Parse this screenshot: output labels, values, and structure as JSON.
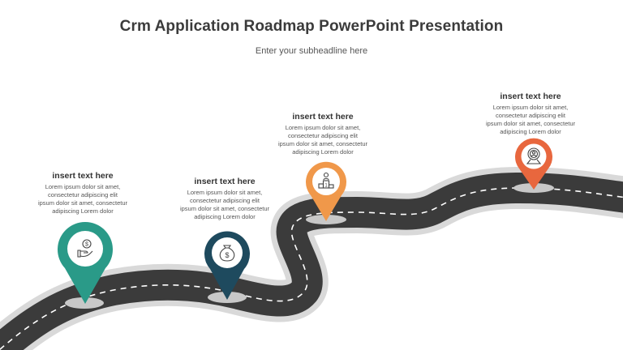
{
  "slide": {
    "title": "Crm Application Roadmap PowerPoint Presentation",
    "subtitle": "Enter your subheadline here"
  },
  "colors": {
    "road": "#3b3b3b",
    "road_edge": "#d9d9d9",
    "lane_marking": "#ffffff",
    "pin_shadow": "#c8c8c8"
  },
  "milestones": [
    {
      "heading": "insert text here",
      "body_lines": [
        "Lorem ipsum dolor sit amet,",
        "consectetur adipiscing elit",
        "ipsum dolor sit amet, consectetur",
        "adipiscing Lorem dolor"
      ],
      "color": "#2a9a88",
      "icon": "hand-coin-icon"
    },
    {
      "heading": "insert text here",
      "body_lines": [
        "Lorem ipsum dolor sit amet,",
        "consectetur adipiscing elit",
        "ipsum dolor sit amet, consectetur",
        "adipiscing Lorem dolor"
      ],
      "color": "#1e4a5e",
      "icon": "money-bag-icon"
    },
    {
      "heading": "insert text here",
      "body_lines": [
        "Lorem ipsum dolor sit amet,",
        "consectetur adipiscing elit",
        "ipsum dolor sit amet, consectetur",
        "adipiscing Lorem dolor"
      ],
      "color": "#f0984a",
      "icon": "podium-icon"
    },
    {
      "heading": "insert text here",
      "body_lines": [
        "Lorem ipsum dolor sit amet,",
        "consectetur adipiscing elit",
        "ipsum dolor sit amet, consectetur",
        "adipiscing Lorem dolor"
      ],
      "color": "#e8673e",
      "icon": "target-person-icon"
    }
  ]
}
